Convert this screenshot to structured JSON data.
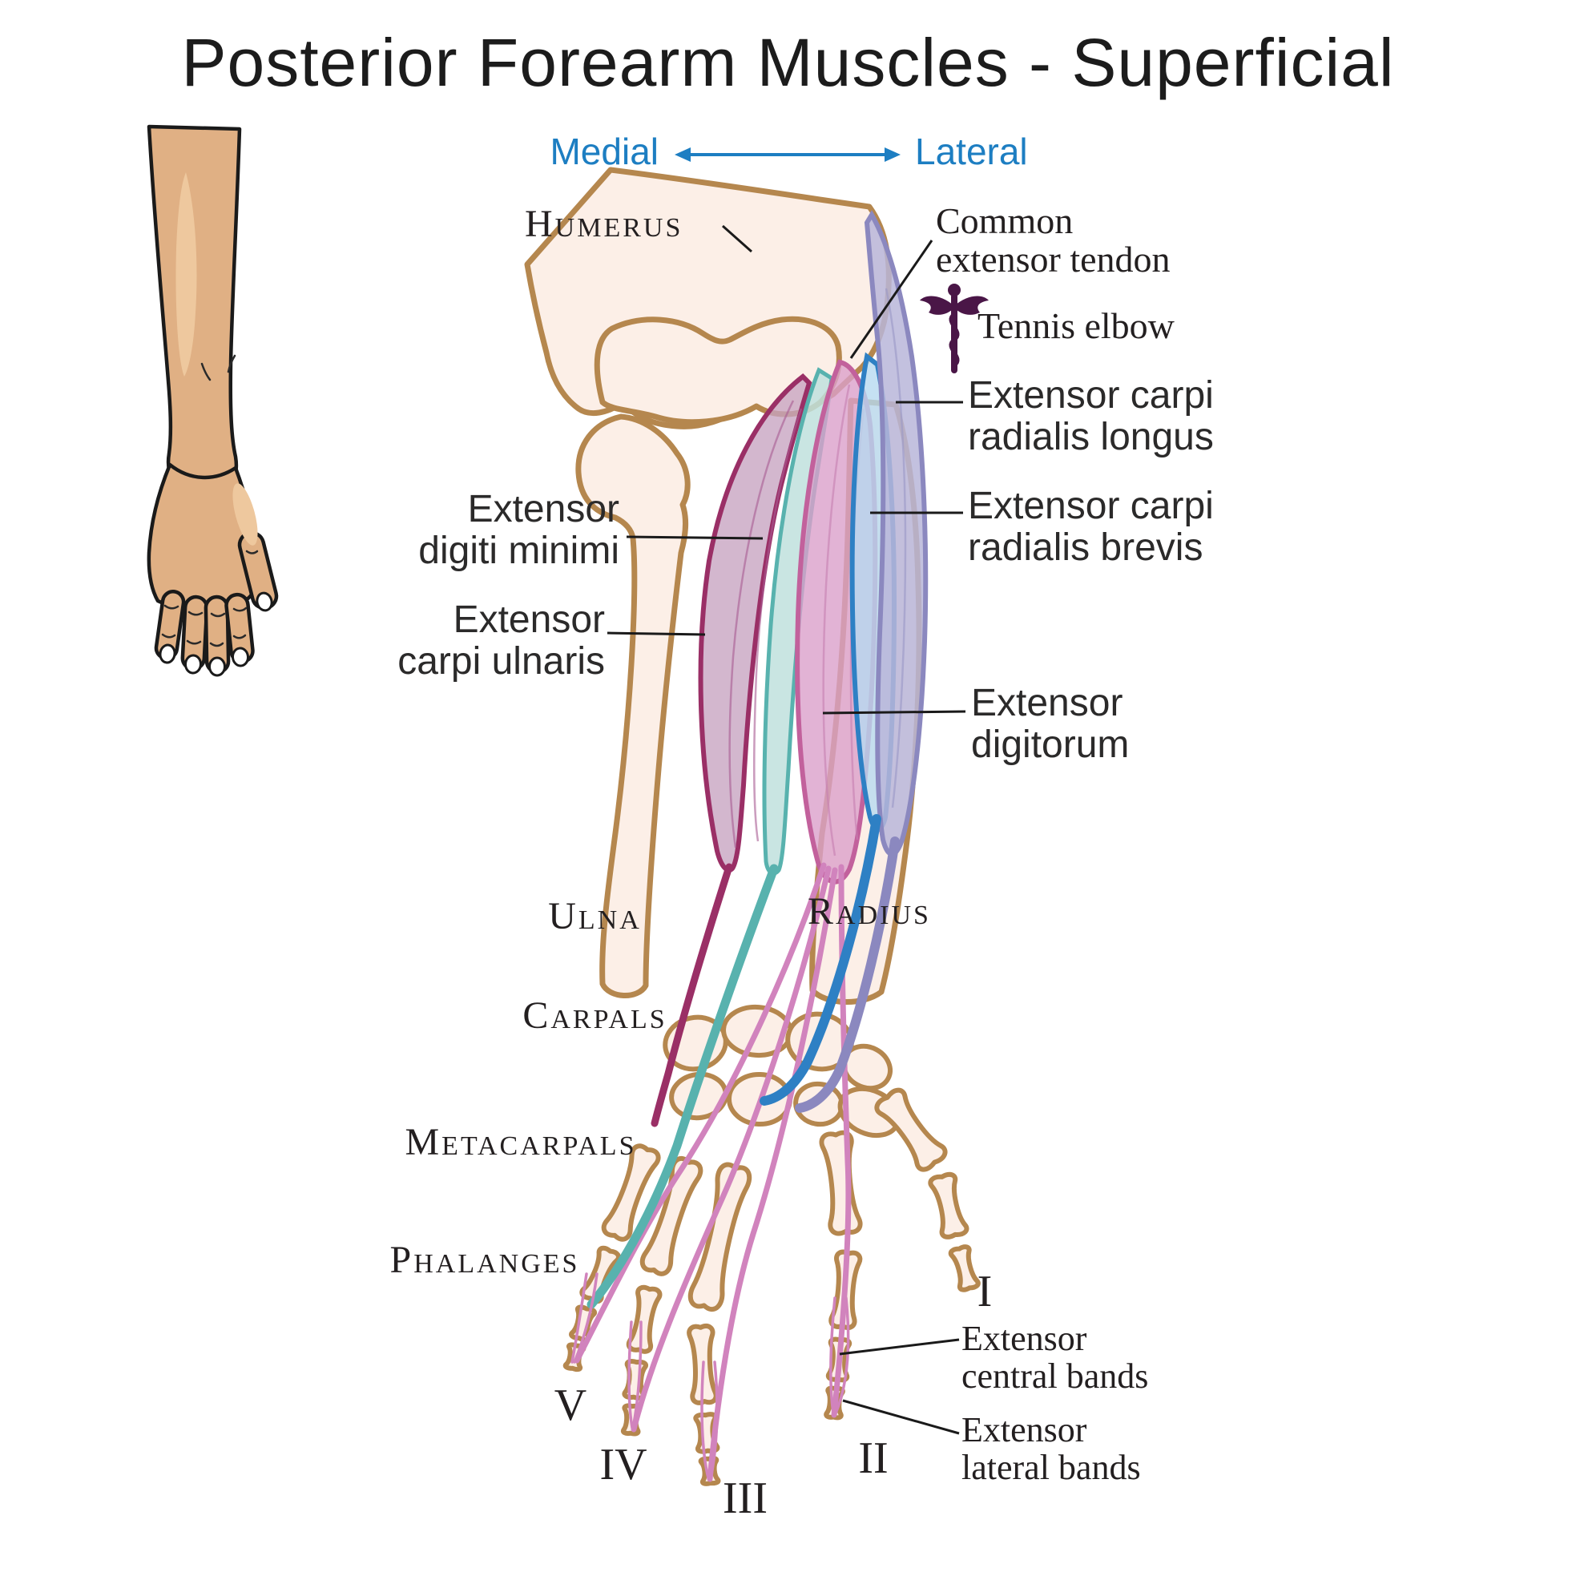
{
  "title": "Posterior Forearm Muscles - Superficial",
  "orientation": {
    "left": "Medial",
    "right": "Lateral"
  },
  "labels": {
    "humerus": "Humerus",
    "common_extensor_tendon": "Common\nextensor tendon",
    "tennis_elbow": "Tennis elbow",
    "ecrl": "Extensor carpi\nradialis longus",
    "ecrb": "Extensor carpi\nradialis brevis",
    "edm": "Extensor\ndigiti minimi",
    "ecu": "Extensor\ncarpi ulnaris",
    "ed": "Extensor\ndigitorum",
    "ulna": "Ulna",
    "radius": "Radius",
    "carpals": "Carpals",
    "metacarpals": "Metacarpals",
    "phalanges": "Phalanges",
    "central_bands": "Extensor\ncentral bands",
    "lateral_bands": "Extensor\nlateral bands"
  },
  "digits": {
    "thumb": "I",
    "index": "II",
    "middle": "III",
    "ring": "IV",
    "little": "V"
  },
  "icons": {
    "caduceus": "caduceus-medical-symbol"
  },
  "colors": {
    "accent_blue": "#1d7ec2",
    "ink": "#231f20",
    "line_dark": "#1a1a1a",
    "bone_outline": "#b5874e",
    "bone_fill": "#fcefe7",
    "skin": "#e0b084",
    "skin_highlight": "#eec89e",
    "ecu_stroke": "#9a2f66",
    "ecu_fill": "#c7a3c0",
    "ecu_fiber": "#a85c93",
    "edm_stroke": "#58b2ae",
    "edm_fill": "#bfe0dd",
    "ed_stroke": "#c2619c",
    "ed_fill": "#dba0cb",
    "ed_tendon": "#d183bd",
    "ed_fiber": "#c77fb0",
    "ecrb_stroke": "#2e80c4",
    "ecrb_fill": "#b7daf0",
    "ecrl_stroke": "#8b88bf",
    "ecrl_fill": "#b9b6d9",
    "ecrl_fiber": "#9a97c6",
    "caduceus": "#4a1647"
  }
}
